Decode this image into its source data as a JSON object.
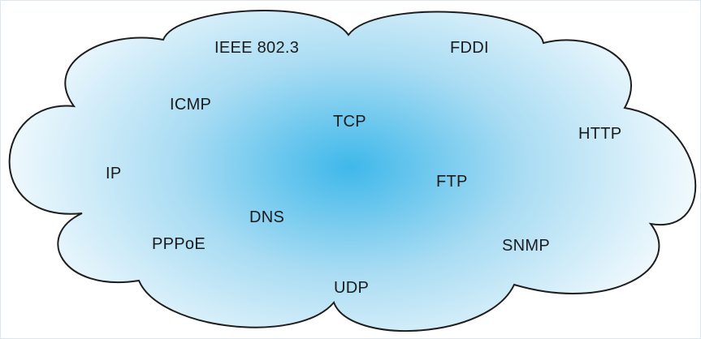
{
  "cloud": {
    "fill_center": "#3fb8ea",
    "fill_edge": "#ffffff",
    "outline": "#1e1e1e"
  },
  "labels": {
    "ieee": "IEEE 802.3",
    "fddi": "FDDI",
    "icmp": "ICMP",
    "tcp": "TCP",
    "http": "HTTP",
    "ip": "IP",
    "ftp": "FTP",
    "dns": "DNS",
    "pppoe": "PPPoE",
    "snmp": "SNMP",
    "udp": "UDP"
  }
}
